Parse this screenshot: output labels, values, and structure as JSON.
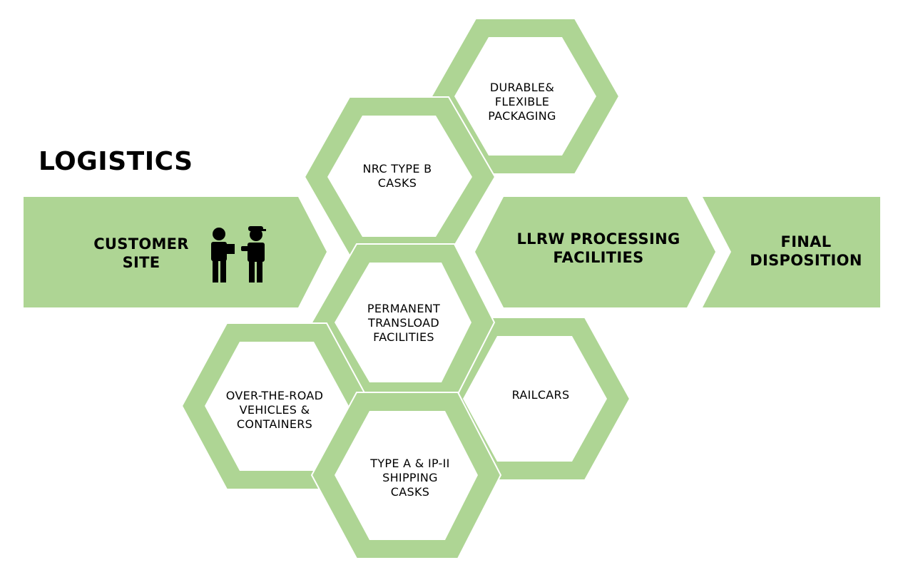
{
  "title": "LOGISTICS",
  "colors": {
    "fill": "#aed594",
    "hex_border": "#aed594",
    "hex_inner": "#ffffff",
    "separator": "#ffffff",
    "icon": "#000000",
    "text": "#000000"
  },
  "flow": [
    {
      "id": "customer-site",
      "label": "CUSTOMER\nSITE",
      "icon": "delivery-handoff-icon"
    },
    {
      "id": "llrw-processing",
      "label": "LLRW PROCESSING\nFACILITIES"
    },
    {
      "id": "final-disposition",
      "label": "FINAL\nDISPOSITION"
    }
  ],
  "hexagons": [
    {
      "id": "durable-packaging",
      "label": "DURABLE&\nFLEXIBLE\nPACKAGING"
    },
    {
      "id": "nrc-type-b",
      "label": "NRC TYPE B\nCASKS"
    },
    {
      "id": "permanent-transload",
      "label": "PERMANENT\nTRANSLOAD\nFACILITIES"
    },
    {
      "id": "over-the-road",
      "label": "OVER-THE-ROAD\nVEHICLES &\nCONTAINERS"
    },
    {
      "id": "railcars",
      "label": "RAILCARS"
    },
    {
      "id": "type-a-ip-ii",
      "label": "TYPE A & IP-II\nSHIPPING\nCASKS"
    }
  ]
}
